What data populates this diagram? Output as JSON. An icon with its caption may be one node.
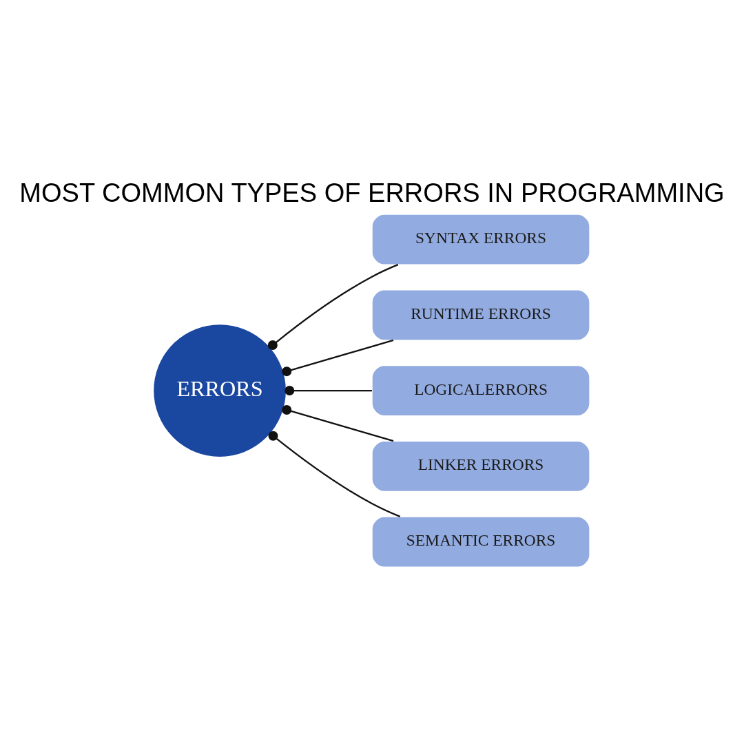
{
  "diagram": {
    "title": "MOST COMMON TYPES OF ERRORS IN PROGRAMMING",
    "nodes": [
      {
        "text": [
          "ERRORS"
        ]
      },
      {
        "text": [
          "SYNTAX ERRORS"
        ]
      },
      {
        "text": [
          "RUNTIME ERRORS"
        ]
      },
      {
        "text": [
          "LOGICALERRORS"
        ]
      },
      {
        "text": [
          "LINKER ERRORS"
        ]
      },
      {
        "text": [
          "SEMANTIC ERRORS"
        ]
      }
    ],
    "edges": [
      {
        "from": 0,
        "to": 1,
        "arrow": "other"
      },
      {
        "from": 0,
        "to": 2,
        "arrow": "other"
      },
      {
        "from": 0,
        "to": 3,
        "arrow": "other"
      },
      {
        "from": 0,
        "to": 4,
        "arrow": "other"
      },
      {
        "from": 0,
        "to": 5,
        "arrow": "other"
      }
    ]
  }
}
